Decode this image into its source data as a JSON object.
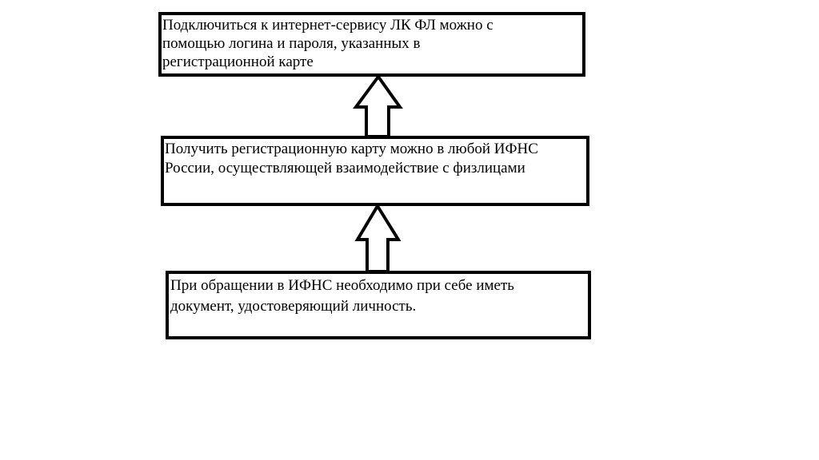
{
  "diagram": {
    "boxes": [
      {
        "id": "top",
        "text": "Подключиться к интернет-сервису ЛК ФЛ можно с\nпомощью логина и пароля, указанных в\nрегистрационной карте"
      },
      {
        "id": "middle",
        "text": "Получить регистрационную карту можно в любой ИФНС\nРоссии, осуществляющей взаимодействие с физлицами"
      },
      {
        "id": "bottom",
        "text": "При обращении в ИФНС необходимо при себе иметь\nдокумент, удостоверяющий личность."
      }
    ],
    "arrows": [
      {
        "from": "middle",
        "to": "top",
        "direction": "up"
      },
      {
        "from": "bottom",
        "to": "middle",
        "direction": "up"
      }
    ],
    "colors": {
      "stroke": "#000000",
      "fill": "#ffffff"
    }
  }
}
